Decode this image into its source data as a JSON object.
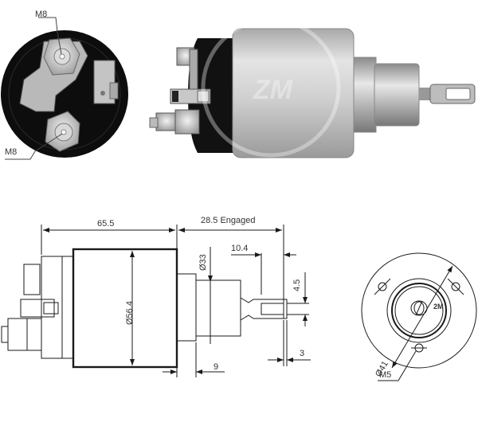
{
  "photos": {
    "end_view": {
      "thread_top": "M8",
      "thread_bottom": "M8"
    },
    "side_view": {
      "watermark": "ZM"
    }
  },
  "drawing_side": {
    "body_length": "65.5",
    "plunger_travel": "28.5 Engaged",
    "eye_length": "10.4",
    "body_diameter": "Ø56.4",
    "nose_diameter": "Ø33",
    "eye_width": "4.5",
    "eye_slot": "3",
    "nose_length": "9"
  },
  "drawing_end": {
    "bolt_circle": "Ø41",
    "mount_thread": "M5",
    "center_mark": "2M"
  },
  "colors": {
    "line": "#1a1a1a",
    "body_gray": "#cfcfcf",
    "cap_black": "#111111"
  }
}
